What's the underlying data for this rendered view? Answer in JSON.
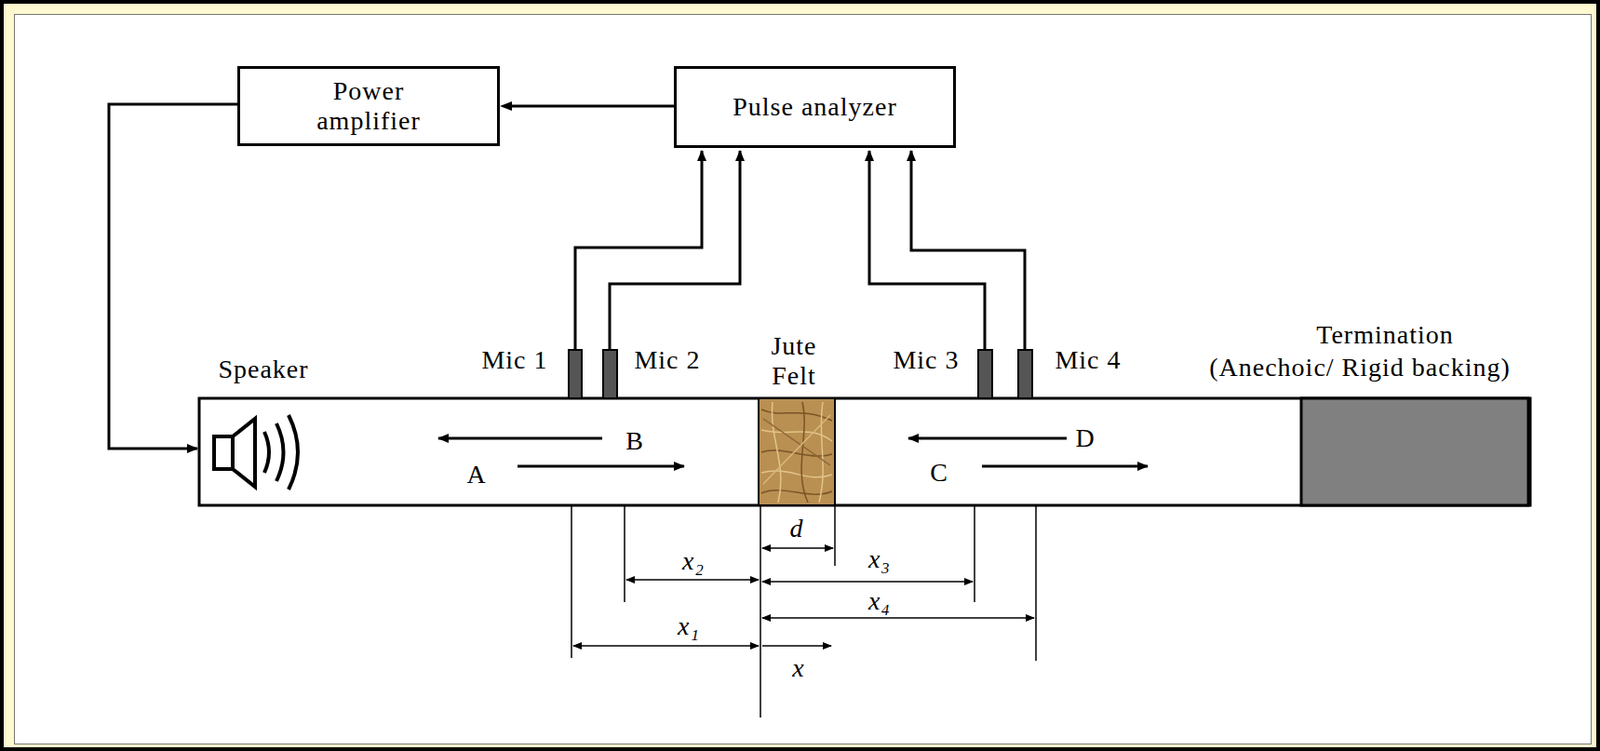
{
  "diagram": {
    "nodes": [
      {
        "text": [
          "Power amplifier"
        ]
      },
      {
        "text": [
          "Pulse analyzer"
        ]
      }
    ],
    "edges": [
      {
        "from": 1,
        "to": 0,
        "arrow": "to"
      }
    ],
    "labels": [
      "Speaker",
      "Mic 1",
      "Mic 2",
      "Jute Felt",
      "Mic 3",
      "Mic 4",
      "Termination",
      "(Anechoic/ Rigid backing)",
      "A",
      "B",
      "C",
      "D",
      "d",
      "x₂",
      "x₃",
      "x₄",
      "x₁",
      "x"
    ]
  }
}
